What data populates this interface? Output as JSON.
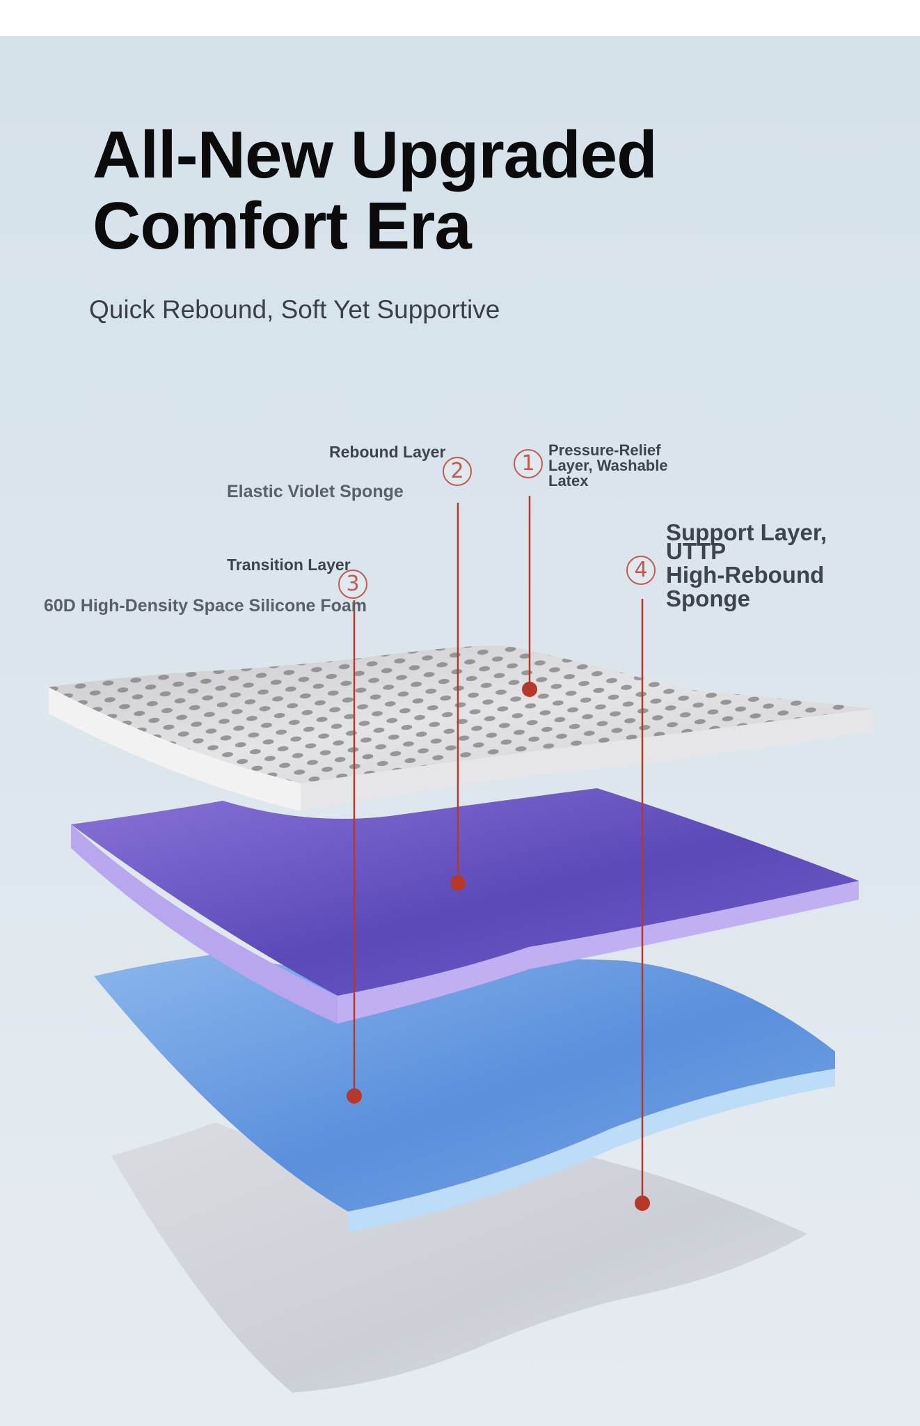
{
  "heading": {
    "line1": "All-New Upgraded",
    "line2": "Comfort Era"
  },
  "subtitle": "Quick Rebound, Soft Yet Supportive",
  "layers": [
    {
      "number": "1",
      "name": "Pressure-Relief Layer, Washable Latex",
      "lines": [
        "Pressure-Relief",
        "Layer, Washable",
        "Latex"
      ],
      "color": "#d9d9dc"
    },
    {
      "number": "2",
      "name": "Rebound Layer",
      "material": "Elastic Violet Sponge",
      "color": "#6a58c8"
    },
    {
      "number": "3",
      "name": "Transition Layer",
      "material": "60D High-Density Space Silicone Foam",
      "color": "#6a9ae0"
    },
    {
      "number": "4",
      "name": "Support Layer,",
      "lines": [
        "Support Layer,",
        "UTTP",
        "High-Rebound",
        "Sponge"
      ],
      "color": "#d3d5da"
    }
  ],
  "accent_color": "#b5382b"
}
